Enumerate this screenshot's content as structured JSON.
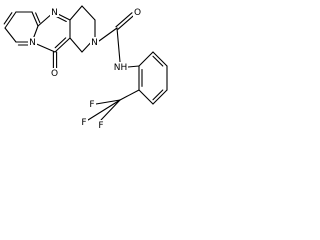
{
  "molecule": {
    "atoms": {
      "n1": "N",
      "n2": "N",
      "n3": "N",
      "nh": "NH",
      "o1": "O",
      "o2": "O",
      "f1": "F",
      "f2": "F",
      "f3": "F"
    }
  }
}
